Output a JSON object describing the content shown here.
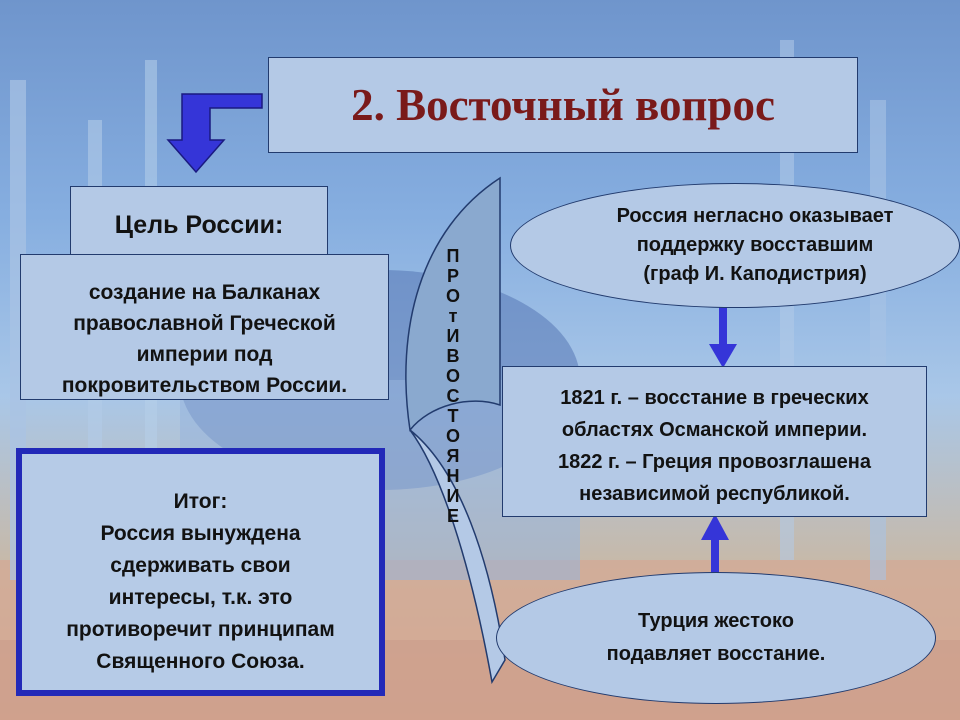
{
  "title": "2. Восточный вопрос",
  "goal_heading": "Цель России:",
  "goal_lines": [
    "создание на Балканах",
    "православной Греческой",
    "империи под",
    "покровительством России."
  ],
  "result_lines": [
    "Итог:",
    "Россия вынуждена",
    "сдерживать свои",
    "интересы, т.к. это",
    "противоречит принципам",
    "Священного Союза."
  ],
  "support_lines": [
    "Россия негласно оказывает",
    "поддержку восставшим",
    "(граф И. Каподистрия)"
  ],
  "events_lines": [
    "1821 г. – восстание в греческих",
    "областях Османской империи.",
    "1822 г. – Греция провозглашена",
    "независимой республикой."
  ],
  "turkey_lines": [
    "Турция жестоко",
    "подавляет восстание."
  ],
  "opposition_letters": [
    "П",
    "Р",
    "О",
    "т",
    "И",
    "В",
    "О",
    "С",
    "Т",
    "О",
    "Я",
    "Н",
    "И",
    "Е"
  ],
  "colors": {
    "box_fill": "#b4c9e6",
    "title_text": "#7a1a1a",
    "arrow_blue": "#3535d8",
    "result_border": "#2229b8",
    "curve_fill": "#8aa9cf"
  },
  "icons": {
    "bent_arrow": "bent-down-arrow-icon",
    "arrow_down": "arrow-down-icon",
    "arrow_up": "arrow-up-icon"
  }
}
